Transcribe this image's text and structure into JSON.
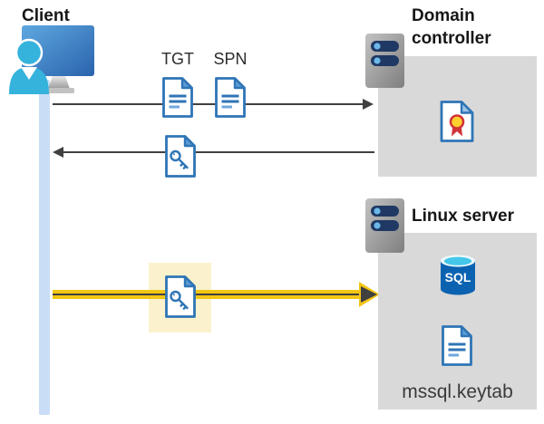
{
  "client": {
    "label": "Client"
  },
  "flows": {
    "request": {
      "tgt_label": "TGT",
      "spn_label": "SPN",
      "direction": "client-to-domain-controller"
    },
    "response": {
      "direction": "domain-controller-to-client",
      "icon": "key-document-icon"
    },
    "auth": {
      "direction": "client-to-linux-server",
      "style": "highlighted-yellow",
      "icon": "key-document-icon"
    }
  },
  "domain_controller": {
    "title_line1": "Domain",
    "title_line2": "controller"
  },
  "linux_server": {
    "title": "Linux server",
    "sql_icon_text": "SQL",
    "keytab_label": "mssql.keytab"
  },
  "icons": {
    "client-device-icon": "monitor with user silhouette",
    "server-icon": "gray tower with two status bars",
    "document-icon": "blue-bordered page with text lines",
    "key-document-icon": "blue-bordered page with key glyph",
    "certificate-icon": "page with red-yellow rosette seal",
    "sql-database-icon": "blue cylinder labeled SQL",
    "arrowhead-icon": "triangle arrow tip"
  },
  "colors": {
    "doc_blue": "#2e75b6",
    "fold_blue": "#5b9bd5",
    "box_gray": "#d9d9d9",
    "arrow_dark": "#404040",
    "timeline_blue": "#c9def6",
    "highlight_yellow": "#fbf2cd",
    "arrow_yellow": "#f3c613",
    "person_cyan": "#35b3dc",
    "sql_blue": "#0a62b1",
    "cert_red": "#d13438",
    "cert_gold": "#ffd02e"
  }
}
